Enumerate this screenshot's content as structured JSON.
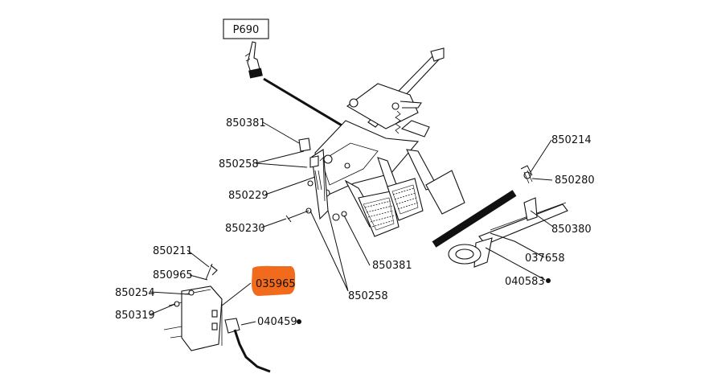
{
  "diagram": {
    "header_box_label": "P690",
    "highlight_color": "#f26a1b",
    "parts": {
      "p850381_top": "850381",
      "p850258_left": "850258",
      "p850229": "850229",
      "p850230": "850230",
      "p850214": "850214",
      "p850280": "850280",
      "p850380": "850380",
      "p037658": "037658",
      "p040583": "040583",
      "p850381_mid": "850381",
      "p850258_bottom": "850258",
      "p850211": "850211",
      "p850965": "850965",
      "p850254": "850254",
      "p850319": "850319",
      "p035965": "035965",
      "p040459": "040459"
    }
  }
}
